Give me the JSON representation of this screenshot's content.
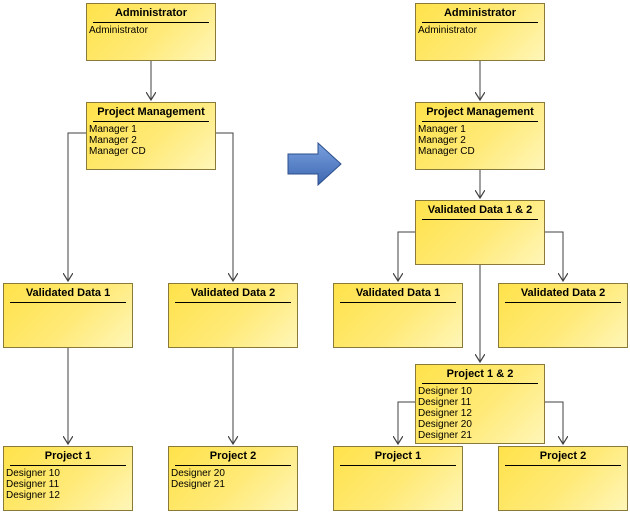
{
  "left_chart": {
    "nodes": [
      {
        "id": "admin",
        "title": "Administrator",
        "lines": [
          "Administrator"
        ]
      },
      {
        "id": "pm",
        "title": "Project Management",
        "lines": [
          "Manager 1",
          "Manager 2",
          "Manager CD"
        ]
      },
      {
        "id": "vd1",
        "title": "Validated Data 1",
        "lines": []
      },
      {
        "id": "vd2",
        "title": "Validated Data 2",
        "lines": []
      },
      {
        "id": "p1",
        "title": "Project 1",
        "lines": [
          "Designer 10",
          "Designer 11",
          "Designer 12"
        ]
      },
      {
        "id": "p2",
        "title": "Project 2",
        "lines": [
          "Designer 20",
          "Designer 21"
        ]
      }
    ]
  },
  "right_chart": {
    "nodes": [
      {
        "id": "admin",
        "title": "Administrator",
        "lines": [
          "Administrator"
        ]
      },
      {
        "id": "pm",
        "title": "Project Management",
        "lines": [
          "Manager 1",
          "Manager 2",
          "Manager CD"
        ]
      },
      {
        "id": "vd12",
        "title": "Validated Data 1 & 2",
        "lines": []
      },
      {
        "id": "vd1",
        "title": "Validated Data 1",
        "lines": []
      },
      {
        "id": "vd2",
        "title": "Validated Data 2",
        "lines": []
      },
      {
        "id": "p12",
        "title": "Project 1 & 2",
        "lines": [
          "Designer 10",
          "Designer 11",
          "Designer 12",
          "Designer 20",
          "Designer 21"
        ]
      },
      {
        "id": "p1",
        "title": "Project 1",
        "lines": []
      },
      {
        "id": "p2",
        "title": "Project 2",
        "lines": []
      }
    ]
  },
  "transition_arrow": {
    "color": "#4a78c2",
    "icon": "right-arrow-icon"
  },
  "colors": {
    "node_fill": "#ffe24a",
    "node_border": "#8a7a3a",
    "connector": "#404040"
  }
}
